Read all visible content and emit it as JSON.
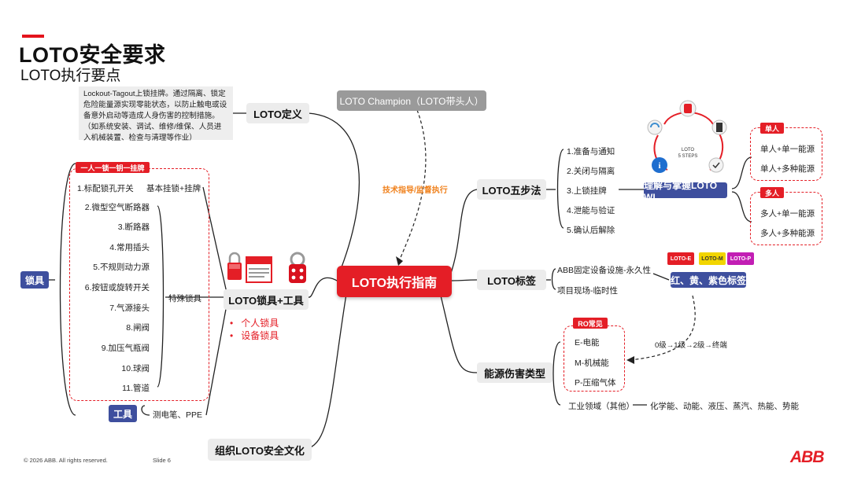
{
  "header": {
    "title": "LOTO安全要求",
    "subtitle": "LOTO执行要点"
  },
  "center": "LOTO执行指南",
  "champion": {
    "label": "LOTO Champion（LOTO带头人）",
    "note": "技术指导/监督执行"
  },
  "definition": {
    "label": "LOTO定义",
    "text": "Lockout-Tagout上锁挂牌。通过隔离、锁定危险能量源实现零能状态，以防止触电或设备意外启动等造成人身伤害的控制措施。（如系统安装、调试、维修/维保、人员进入机械装置、检查与清理等作业）"
  },
  "locks": {
    "label": "LOTO锁具+工具",
    "lock_badge": "锁具",
    "tool_badge": "工具",
    "rule_badge": "一人一锁一钥一挂牌",
    "basic": "基本挂锁+挂牌",
    "special": "特殊锁具",
    "tool_item": "测电笔、PPE",
    "items": [
      "1.标配锁孔开关",
      "2.微型空气断路器",
      "3.断路器",
      "4.常用插头",
      "5.不规则动力源",
      "6.按钮或旋转开关",
      "7.气源接头",
      "8.闸阀",
      "9.加压气瓶阀",
      "10.球阀",
      "11.管道"
    ],
    "kinds": [
      "个人锁具",
      "设备锁具"
    ]
  },
  "culture": "组织LOTO安全文化",
  "five_steps": {
    "label": "LOTO五步法",
    "steps": [
      "1.准备与通知",
      "2.关闭与隔离",
      "3.上锁挂牌",
      "4.泄能与验证",
      "5.确认后解除"
    ],
    "wi_label": "理解与掌握LOTO WI",
    "single_badge": "单人",
    "single": [
      "单人+单一能源",
      "单人+多种能源"
    ],
    "multi_badge": "多人",
    "multi": [
      "多人+单一能源",
      "多人+多种能源"
    ],
    "cycle_center": "LOTO\n5 STEPS"
  },
  "tags": {
    "label": "LOTO标签",
    "items": [
      "ABB固定设备设施-永久性",
      "项目现场-临时性"
    ],
    "color_label": "红、黄、紫色标签",
    "tag_names": [
      "LOTO-E",
      "LOTO-M",
      "LOTO-P"
    ],
    "tag_colors": [
      "#e41e26",
      "#f2d500",
      "#c21eb4"
    ]
  },
  "energy": {
    "label": "能源伤害类型",
    "ro_badge": "RO常见",
    "items": [
      "E-电能",
      "M-机械能",
      "P-压缩气体"
    ],
    "other": "工业领域（其他）",
    "other_list": "化学能、动能、液压、蒸汽、热能、势能",
    "levels": "0级→1级→2级→终端"
  },
  "footer": {
    "copyright": "© 2026 ABB. All rights reserved.",
    "slide": "Slide 6",
    "logo": "ABB"
  },
  "colors": {
    "accent": "#e41e26",
    "badge_blue": "#3e4f9e",
    "node_gray": "#ececec"
  }
}
